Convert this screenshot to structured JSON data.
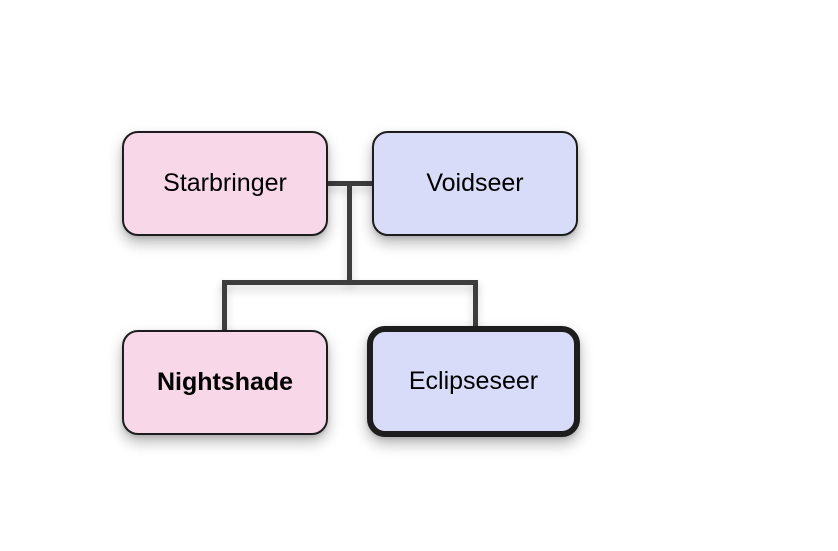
{
  "diagram": {
    "type": "family-tree",
    "background_color": "#ffffff",
    "edge_color": "#3d3d3d",
    "node_border_color": "#1d1d1d",
    "fill_colors": {
      "pink": "#f8d8e8",
      "lavender": "#d8dcf8"
    },
    "nodes": [
      {
        "id": "starbringer",
        "label": "Starbringer",
        "fill": "#f8d8e8",
        "text_style": "regular",
        "border": "normal",
        "row": "parents"
      },
      {
        "id": "voidseer",
        "label": "Voidseer",
        "fill": "#d8dcf8",
        "text_style": "regular",
        "border": "normal",
        "row": "parents"
      },
      {
        "id": "nightshade",
        "label": "Nightshade",
        "fill": "#f8d8e8",
        "text_style": "bold",
        "border": "normal",
        "row": "children"
      },
      {
        "id": "eclipseseer",
        "label": "Eclipseseer",
        "fill": "#d8dcf8",
        "text_style": "regular",
        "border": "thick",
        "row": "children"
      }
    ],
    "edges": [
      {
        "type": "partnership",
        "between": [
          "Starbringer",
          "Voidseer"
        ]
      },
      {
        "type": "parent-child",
        "parents": [
          "Starbringer",
          "Voidseer"
        ],
        "child": "Nightshade"
      },
      {
        "type": "parent-child",
        "parents": [
          "Starbringer",
          "Voidseer"
        ],
        "child": "Eclipseseer"
      }
    ]
  }
}
